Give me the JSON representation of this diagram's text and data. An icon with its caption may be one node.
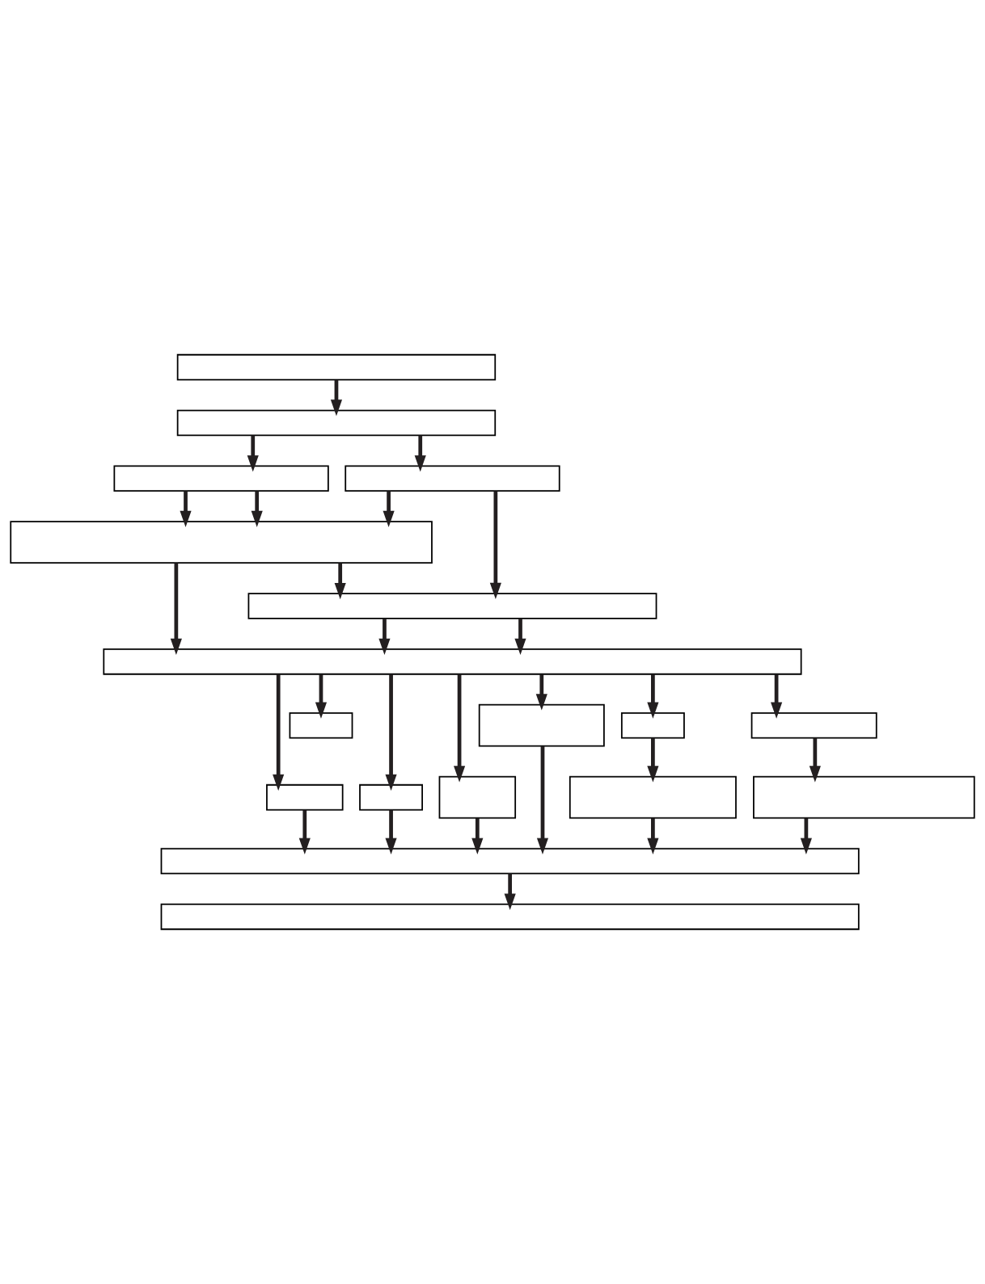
{
  "diagram": {
    "nodes": [
      {
        "text": [],
        "shape": "box"
      },
      {
        "text": [],
        "shape": "box"
      },
      {
        "text": [],
        "shape": "box"
      },
      {
        "text": [],
        "shape": "box"
      },
      {
        "text": [],
        "shape": "box"
      },
      {
        "text": [],
        "shape": "box"
      },
      {
        "text": [],
        "shape": "box"
      },
      {
        "text": [],
        "shape": "box"
      },
      {
        "text": [],
        "shape": "box"
      },
      {
        "text": [],
        "shape": "box"
      },
      {
        "text": [],
        "shape": "box"
      },
      {
        "text": [],
        "shape": "box"
      },
      {
        "text": [],
        "shape": "box"
      },
      {
        "text": [],
        "shape": "box"
      },
      {
        "text": [],
        "shape": "box"
      },
      {
        "text": [],
        "shape": "box"
      },
      {
        "text": [],
        "shape": "box"
      },
      {
        "text": [],
        "shape": "box"
      }
    ],
    "edges": [
      {
        "from": 0,
        "to": 1,
        "arrow": "to"
      },
      {
        "from": 1,
        "to": 2,
        "arrow": "to"
      },
      {
        "from": 1,
        "to": 3,
        "arrow": "to"
      },
      {
        "from": 2,
        "to": 4,
        "arrow": "to"
      },
      {
        "from": 2,
        "to": 4,
        "arrow": "to"
      },
      {
        "from": 3,
        "to": 4,
        "arrow": "to"
      },
      {
        "from": 4,
        "to": 6,
        "arrow": "to"
      },
      {
        "from": 4,
        "to": 5,
        "arrow": "to"
      },
      {
        "from": 3,
        "to": 5,
        "arrow": "to"
      },
      {
        "from": 5,
        "to": 6,
        "arrow": "to"
      },
      {
        "from": 5,
        "to": 6,
        "arrow": "to"
      },
      {
        "from": 6,
        "to": 7,
        "arrow": "to"
      },
      {
        "from": 6,
        "to": 8,
        "arrow": "to"
      },
      {
        "from": 6,
        "to": 9,
        "arrow": "to"
      },
      {
        "from": 6,
        "to": 10,
        "arrow": "to"
      },
      {
        "from": 6,
        "to": 11,
        "arrow": "to"
      },
      {
        "from": 6,
        "to": 12,
        "arrow": "to"
      },
      {
        "from": 6,
        "to": 13,
        "arrow": "to"
      },
      {
        "from": 12,
        "to": 14,
        "arrow": "to"
      },
      {
        "from": 13,
        "to": 15,
        "arrow": "to"
      },
      {
        "from": 8,
        "to": 16,
        "arrow": "to"
      },
      {
        "from": 9,
        "to": 16,
        "arrow": "to"
      },
      {
        "from": 10,
        "to": 16,
        "arrow": "to"
      },
      {
        "from": 11,
        "to": 16,
        "arrow": "to"
      },
      {
        "from": 14,
        "to": 16,
        "arrow": "to"
      },
      {
        "from": 15,
        "to": 16,
        "arrow": "to"
      },
      {
        "from": 16,
        "to": 17,
        "arrow": "to"
      }
    ]
  }
}
